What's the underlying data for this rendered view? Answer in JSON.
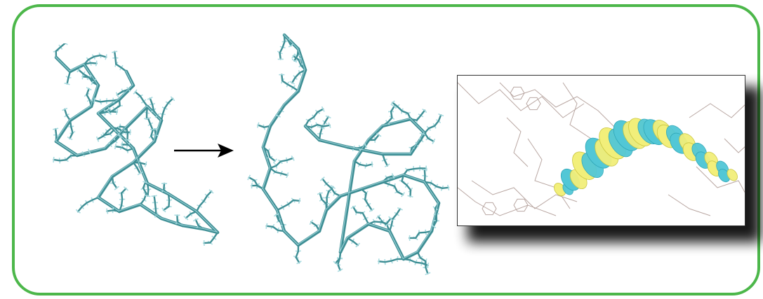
{
  "figure": {
    "panels": [
      {
        "id": "initial-structure",
        "icon": "molecule-ball-and-stick-icon"
      },
      {
        "id": "relaxed-structure",
        "icon": "molecule-ball-and-stick-icon"
      },
      {
        "id": "orbital-inset",
        "icon": "orbital-isosurface-icon"
      }
    ],
    "arrow": {
      "icon": "arrow-right-icon"
    }
  },
  "colors": {
    "frame_border": "#4cb74a",
    "molecule_bond": "#3f8f95",
    "molecule_highlight": "#a9dbe0",
    "wireframe": "#b9a7a2",
    "orbital_positive": "#f2ef7a",
    "orbital_negative": "#52c7d6",
    "arrow": "#000000"
  }
}
